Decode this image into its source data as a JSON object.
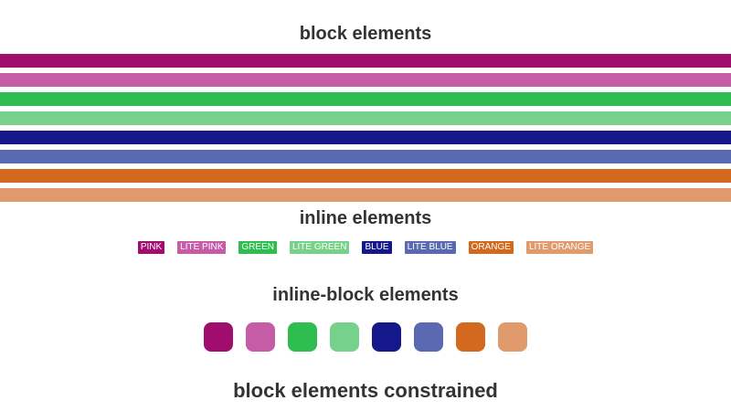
{
  "page": {
    "background": "#ffffff",
    "heading_color": "#333333",
    "label_text_color": "#ffffff"
  },
  "sections": {
    "block": {
      "title": "block elements"
    },
    "inline": {
      "title": "inline elements"
    },
    "inline_block": {
      "title": "inline-block elements"
    },
    "constrained": {
      "title": "block elements constrained"
    }
  },
  "palette": [
    {
      "name": "pink",
      "hex": "#A10D6E",
      "label": "PINK"
    },
    {
      "name": "lite-pink",
      "hex": "#C55CA5",
      "label": "LITE PINK"
    },
    {
      "name": "green",
      "hex": "#2DBE4F",
      "label": "GREEN"
    },
    {
      "name": "lite-green",
      "hex": "#76D18A",
      "label": "LITE GREEN"
    },
    {
      "name": "blue",
      "hex": "#14188A",
      "label": "BLUE"
    },
    {
      "name": "lite-blue",
      "hex": "#5B69B2",
      "label": "LITE BLUE"
    },
    {
      "name": "orange",
      "hex": "#D2691E",
      "label": "ORANGE"
    },
    {
      "name": "lite-orange",
      "hex": "#E09A6C",
      "label": "LITE ORANGE"
    }
  ]
}
